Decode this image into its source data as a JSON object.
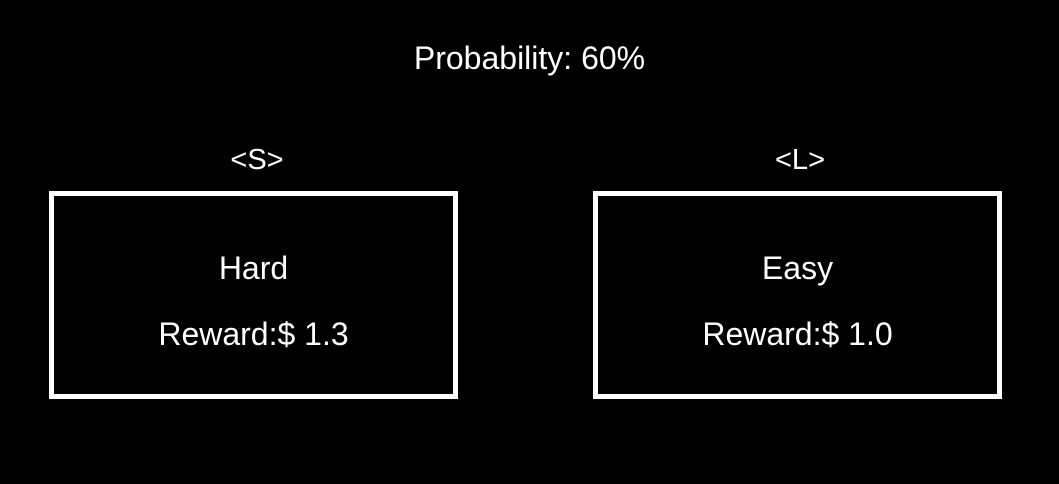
{
  "header": {
    "probability_text": "Probability: 60%"
  },
  "options": [
    {
      "key_label": "<S>",
      "name": "Hard",
      "reward_text": "Reward:$ 1.3"
    },
    {
      "key_label": "<L>",
      "name": "Easy",
      "reward_text": "Reward:$ 1.0"
    }
  ],
  "colors": {
    "background": "#000000",
    "foreground": "#ffffff"
  }
}
